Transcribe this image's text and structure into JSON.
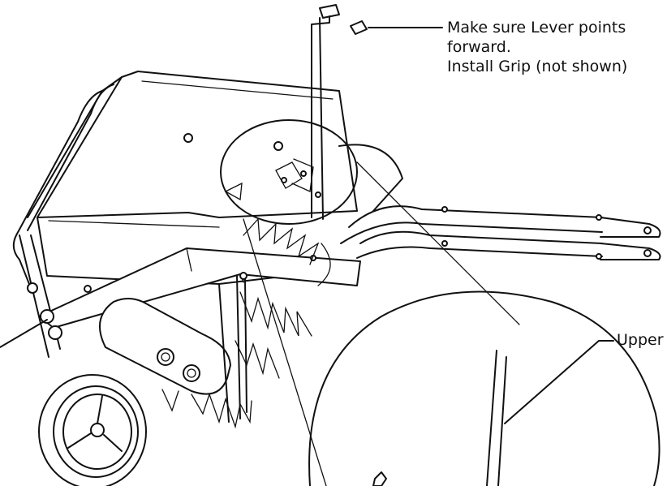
{
  "callouts": {
    "lever_line1": "Make sure Lever points",
    "lever_line2": "forward.",
    "lever_line3": "Install Grip (not shown)",
    "upper": "Upper"
  },
  "colors": {
    "ink": "#111111",
    "paper": "#ffffff"
  }
}
